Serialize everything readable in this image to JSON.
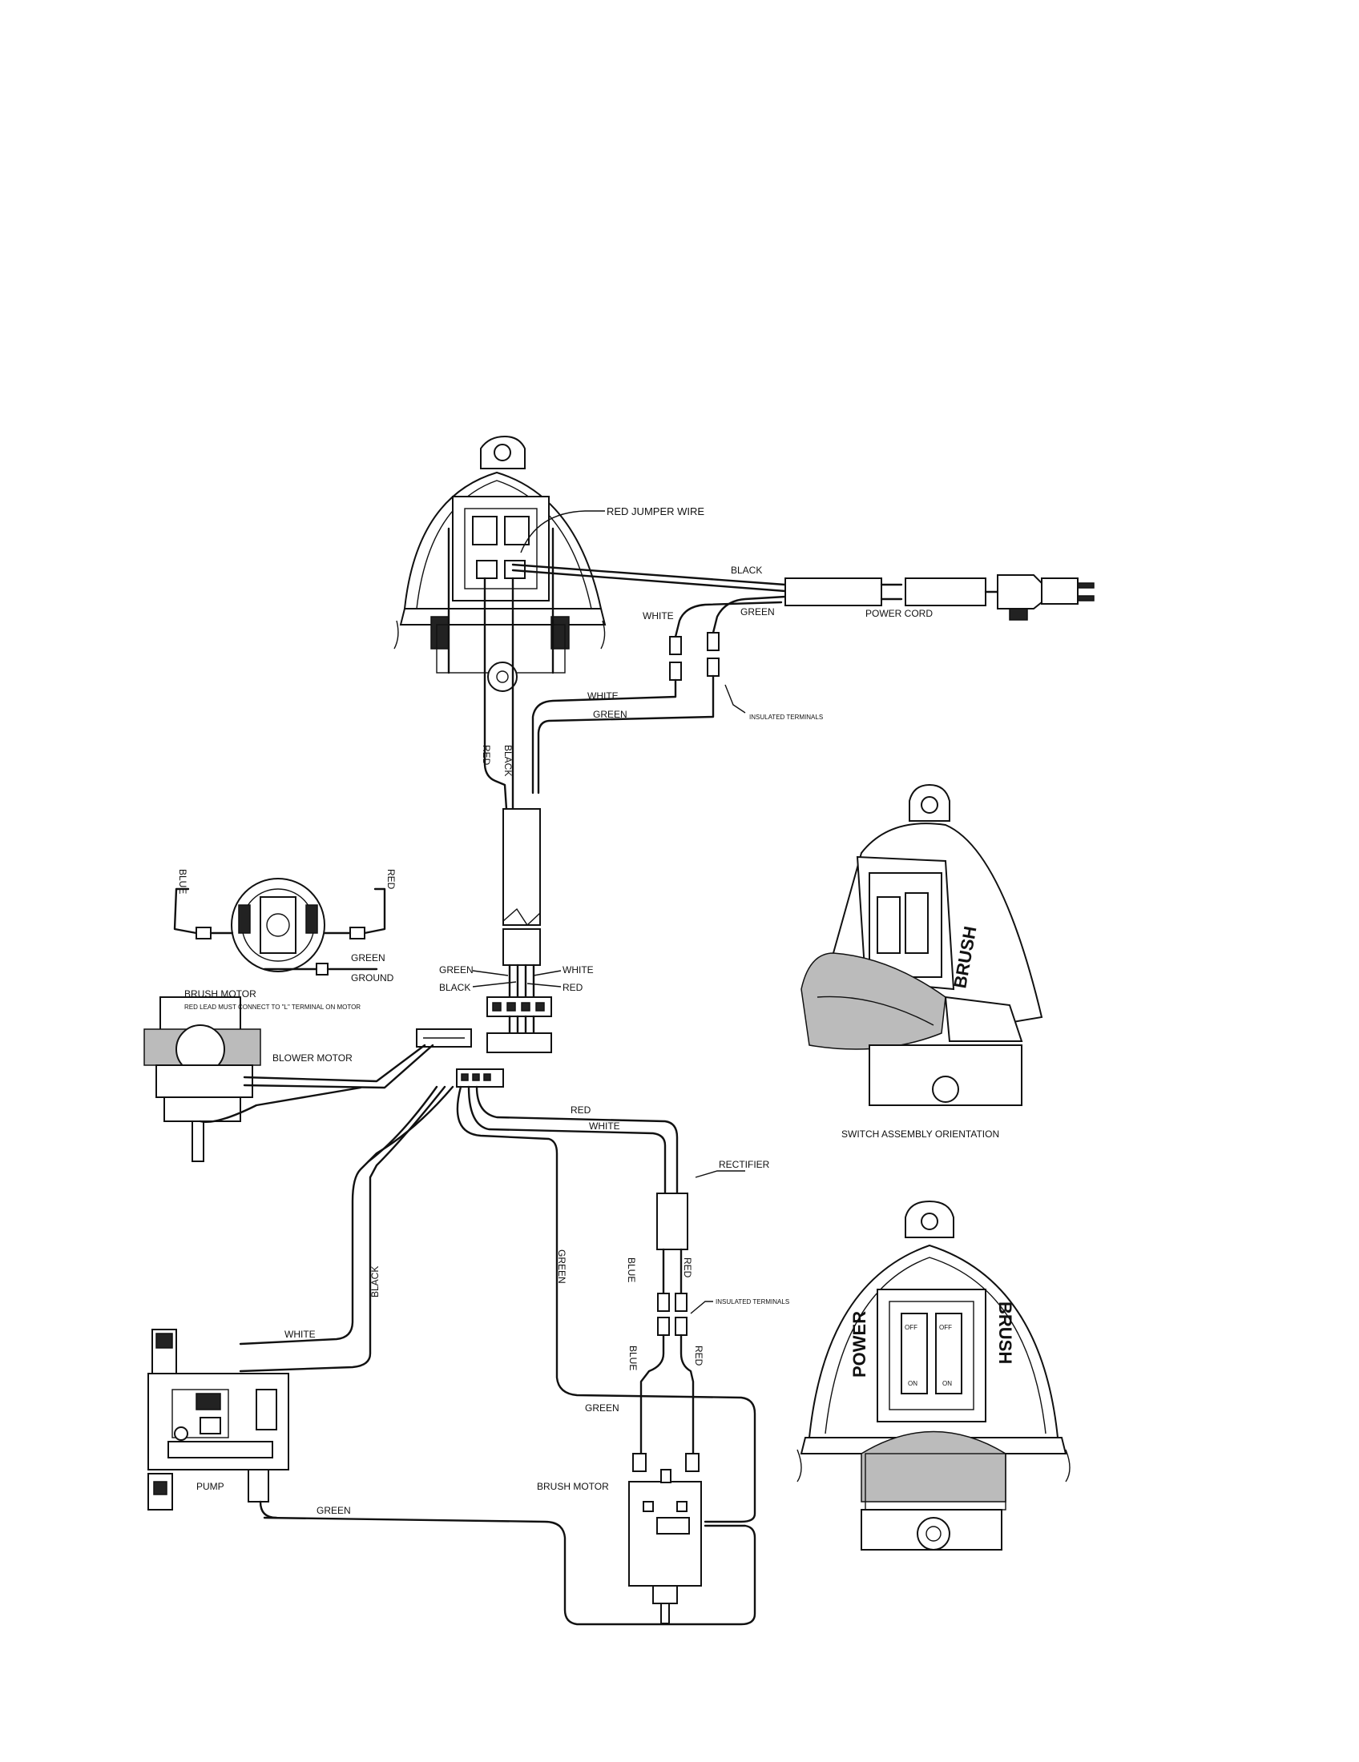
{
  "labels": {
    "red_jumper_wire": "RED JUMPER WIRE",
    "black_top": "BLACK",
    "white_top": "WHITE",
    "green_top": "GREEN",
    "power_cord": "POWER CORD",
    "white_mid": "WHITE",
    "green_mid": "GREEN",
    "insulated_terminals_top": "INSULATED TERMINALS",
    "red_vertical": "RED",
    "black_vertical": "BLACK",
    "blue_brush_top": "BLUE",
    "red_brush_top": "RED",
    "green_ground_1": "GREEN",
    "green_ground_2": "GROUND",
    "brush_motor_top": "BRUSH MOTOR",
    "brush_motor_note": "RED LEAD MUST CONNECT TO \"L\" TERMINAL ON MOTOR",
    "green_conn": "GREEN",
    "white_conn": "WHITE",
    "black_conn": "BLACK",
    "red_conn": "RED",
    "blower_motor": "BLOWER MOTOR",
    "red_low": "RED",
    "white_low": "WHITE",
    "rectifier": "RECTIFIER",
    "green_diag": "GREEN",
    "blue_rect": "BLUE",
    "red_rect": "RED",
    "insulated_terminals_low": "INSULATED TERMINALS",
    "blue_rect2": "BLUE",
    "red_rect2": "RED",
    "white_pump": "WHITE",
    "black_pump": "BLACK",
    "green_bm": "GREEN",
    "brush_motor_low": "BRUSH MOTOR",
    "pump": "PUMP",
    "green_pump": "GREEN",
    "switch_orientation": "SWITCH ASSEMBLY ORIENTATION",
    "power_label": "POWER",
    "brush_label": "BRUSH",
    "brush_label_top": "BRUSH",
    "off_1": "OFF",
    "off_2": "OFF",
    "on_1": "ON",
    "on_2": "ON"
  }
}
